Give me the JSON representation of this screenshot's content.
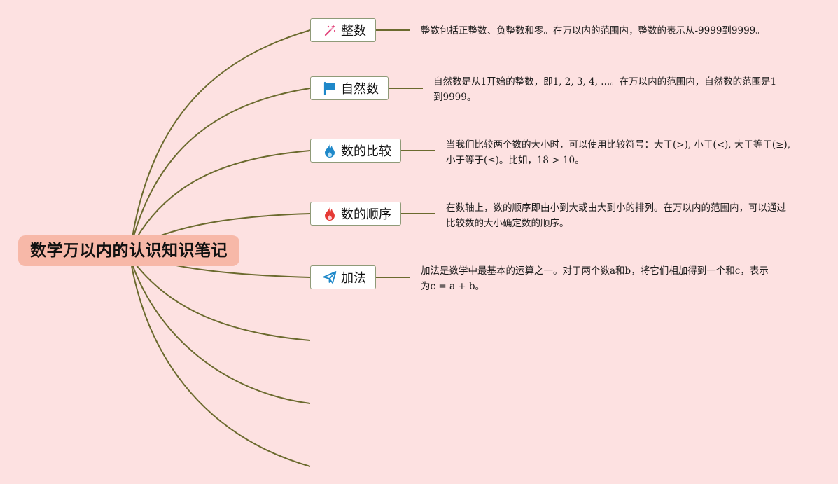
{
  "root": {
    "title": "数学万以内的认识知识笔记"
  },
  "topics": [
    {
      "label": "整数",
      "icon": "magic-wand-icon",
      "note": "整数包括正整数、负整数和零。在万以内的范围内，整数的表示从-9999到9999。"
    },
    {
      "label": "自然数",
      "icon": "flag-icon",
      "note": "自然数是从1开始的整数，即1, 2, 3, 4, ...。在万以内的范围内，自然数的范围是1到9999。"
    },
    {
      "label": "数的比较",
      "icon": "droplet-flame-icon",
      "note": "当我们比较两个数的大小时，可以使用比较符号：大于(>), 小于(<), 大于等于(≥), 小于等于(≤)。比如，18 > 10。"
    },
    {
      "label": "数的顺序",
      "icon": "fire-icon",
      "note": "在数轴上，数的顺序即由小到大或由大到小的排列。在万以内的范围内，可以通过比较数的大小确定数的顺序。"
    },
    {
      "label": "加法",
      "icon": "paper-plane-icon",
      "note": "加法是数学中最基本的运算之一。对于两个数a和b，将它们相加得到一个和c，表示为c = a + b。"
    }
  ],
  "colors": {
    "background": "#fde1e1",
    "root_fill": "#f7b8a8",
    "branch": "#6b6a2e",
    "node_border": "#8f9a78"
  }
}
